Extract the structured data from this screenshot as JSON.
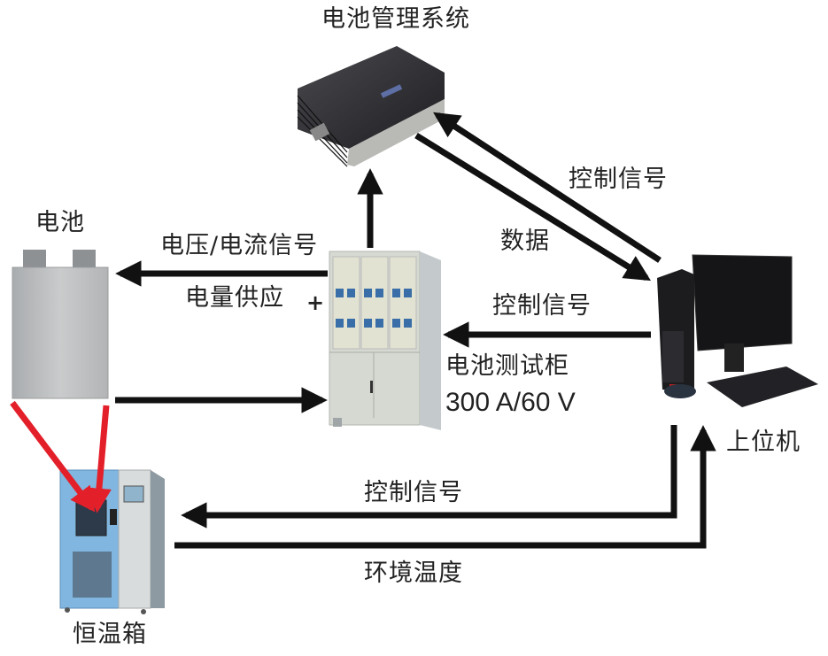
{
  "title": "电池管理系统",
  "nodes": {
    "bms": {
      "label": "电池管理系统"
    },
    "battery": {
      "label": "电池"
    },
    "test_cabinet": {
      "label": "电池测试柜",
      "spec": "300 A/60 V"
    },
    "host_computer": {
      "label": "上位机"
    },
    "thermal_chamber": {
      "label": "恒温箱"
    }
  },
  "edges": {
    "cabinet_to_battery_signal": "电压/电流信号",
    "cabinet_to_battery_power": "电量供应",
    "plus_sign": "+",
    "host_to_bms": "控制信号",
    "bms_to_host": "数据",
    "host_to_cabinet": "控制信号",
    "host_to_chamber": "控制信号",
    "chamber_to_host": "环境温度"
  },
  "colors": {
    "arrow": "#111111",
    "battery_link": "#e3202a",
    "chamber_body": "#7fb6e0",
    "cabinet_body": "#d9dcd6",
    "bms_body": "#2b2b2e"
  }
}
